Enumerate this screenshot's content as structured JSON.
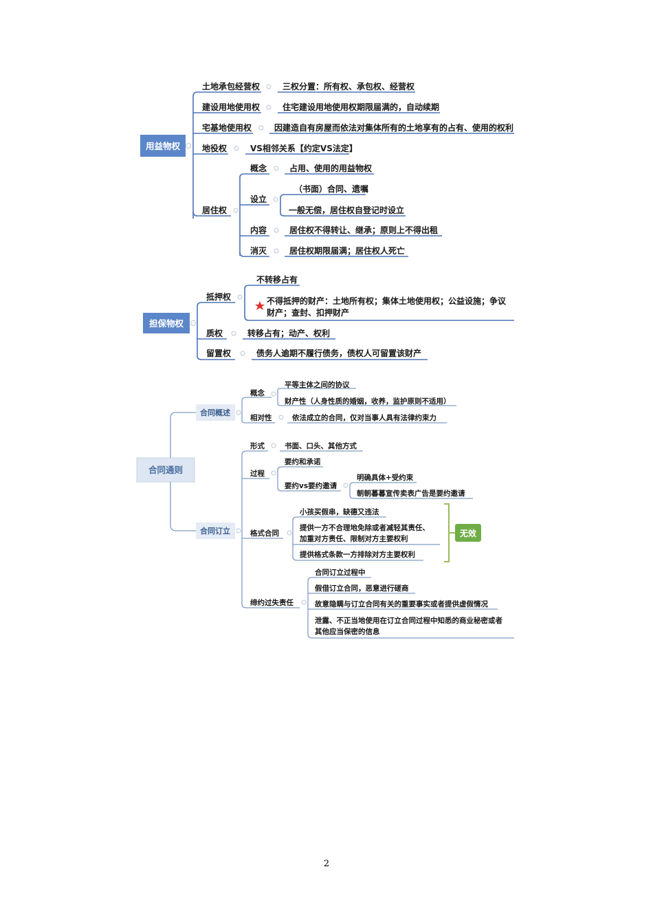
{
  "map1": {
    "root": "用益物权",
    "branches": {
      "tudi": "土地承包经营权",
      "tudi_detail": "三权分置：所有权、承包权、经营权",
      "jianshe": "建设用地使用权",
      "jianshe_detail": "住宅建设用地使用权期限届满的，自动续期",
      "zhaiji": "宅基地使用权",
      "zhaiji_detail": "因建造自有房屋而依法对集体所有的土地享有的占有、使用的权利",
      "diyi": "地役权",
      "diyi_detail": "VS相邻关系【约定VS法定】",
      "juzhu": "居住权",
      "juzhu_children": {
        "gainian": "概念",
        "gainian_detail": "占用、使用的用益物权",
        "sheli": "设立",
        "sheli_1": "（书面）合同、遗嘱",
        "sheli_2": "一般无偿，居住权自登记时设立",
        "neirong": "内容",
        "neirong_detail": "居住权不得转让、继承；原则上不得出租",
        "xiaomie": "消灭",
        "xiaomie_detail": "居住权期限届满；居住权人死亡"
      }
    }
  },
  "map2": {
    "root": "担保物权",
    "diya": "抵押权",
    "diya_1": "不转移占有",
    "diya_2_line1": "不得抵押的财产：土地所有权；集体土地使用权；公益设施；争议",
    "diya_2_line2": "财产；查封、扣押财产",
    "zhi": "质权",
    "zhi_detail": "转移占有；动产、权利",
    "liuzhi": "留置权",
    "liuzhi_detail": "债务人逾期不履行债务，债权人可留置该财产"
  },
  "map3": {
    "root": "合同通则",
    "gaishu": "合同概述",
    "gainian": "概念",
    "gainian_1": "平等主体之间的协议",
    "gainian_2": "财产性（人身性质的婚姻，收养，监护原则不适用）",
    "xiangduixing": "相对性",
    "xiangduixing_detail": "依法成立的合同，仅对当事人具有法律约束力",
    "dingli": "合同订立",
    "xingshi": "形式",
    "xingshi_detail": "书面、口头、其他方式",
    "guocheng": "过程",
    "guocheng_1": "要约和承诺",
    "guocheng_2": "要约vs要约邀请",
    "guocheng_2a": "明确具体+受约束",
    "guocheng_2b": "朝朝暮暮宣传卖表广告是要约邀请",
    "geshi": "格式合同",
    "geshi_1": "小孩买假串，缺德又违法",
    "geshi_2_line1": "提供一方不合理地免除或者减轻其责任、",
    "geshi_2_line2": "加重对方责任、限制对方主要权利",
    "geshi_3": "提供格式条款一方排除对方主要权利",
    "wuxiao": "无效",
    "diyue": "缔约过失责任",
    "diyue_1": "合同订立过程中",
    "diyue_2": "假借订立合同，恶意进行磋商",
    "diyue_3": "故意隐瞒与订立合同有关的重要事实或者提供虚假情况",
    "diyue_4_line1": "泄露、不正当地使用在订立合同过程中知悉的商业秘密或者",
    "diyue_4_line2": "其他应当保密的信息"
  },
  "page_number": "2",
  "colors": {
    "root_fill": "#5b86c9",
    "root3_fill": "#dde6f2",
    "sub_fill": "#e4ebf5",
    "line": "#4a73b8",
    "star": "#e03131",
    "invalid_fill": "#70ad47",
    "bracket": "#9bbb59"
  },
  "icons": [
    "star-icon",
    "collapse-dot-icon"
  ]
}
